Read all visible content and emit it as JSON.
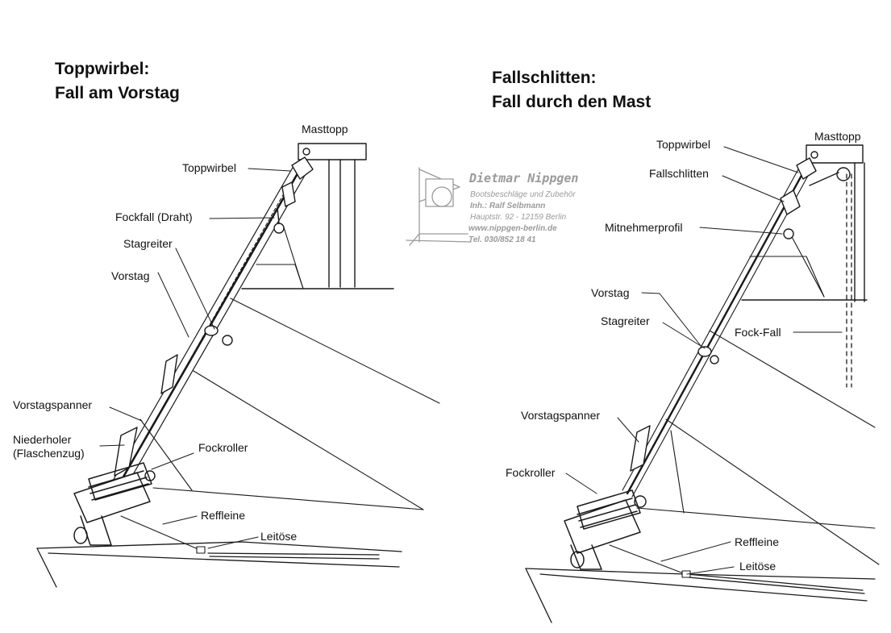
{
  "left": {
    "title_line1": "Toppwirbel:",
    "title_line2": "Fall am Vorstag",
    "labels": {
      "masttopp": "Masttopp",
      "toppwirbel": "Toppwirbel",
      "fockfall": "Fockfall (Draht)",
      "stagreiter": "Stagreiter",
      "vorstag": "Vorstag",
      "vorstagspanner": "Vorstagspanner",
      "niederholer1": "Niederholer",
      "niederholer2": "(Flaschenzug)",
      "fockroller": "Fockroller",
      "reffleine": "Reffleine",
      "leitoese": "Leitöse"
    }
  },
  "right": {
    "title_line1": "Fallschlitten:",
    "title_line2": "Fall durch den Mast",
    "labels": {
      "masttopp": "Masttopp",
      "toppwirbel": "Toppwirbel",
      "fallschlitten": "Fallschlitten",
      "mitnehmerprofil": "Mitnehmerprofil",
      "vorstag": "Vorstag",
      "stagreiter": "Stagreiter",
      "fockfall": "Fock-Fall",
      "vorstagspanner": "Vorstagspanner",
      "fockroller": "Fockroller",
      "reffleine": "Reffleine",
      "leitoese": "Leitöse"
    }
  },
  "stamp": {
    "name": "Dietmar Nippgen",
    "line1": "Bootsbeschläge und Zubehör",
    "line2": "Inh.: Ralf Selbmann",
    "line3": "Hauptstr. 92 - 12159 Berlin",
    "line4": "www.nippgen-berlin.de",
    "line5": "Tel. 030/852 18 41"
  }
}
